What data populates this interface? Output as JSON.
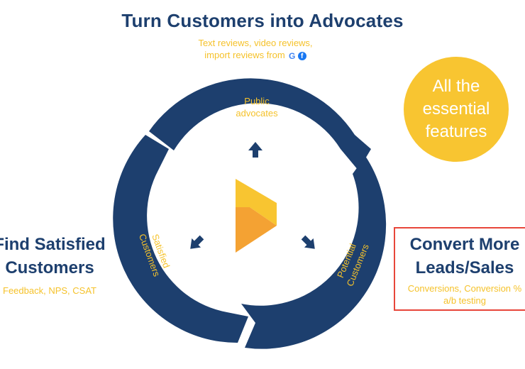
{
  "header": {
    "title": "Turn Customers into Advocates",
    "subtitle_line1": "Text reviews, video reviews,",
    "subtitle_line2": "import reviews from",
    "icons": [
      "google-icon",
      "facebook-icon"
    ]
  },
  "badge": {
    "text": "All the essential features",
    "color": "#f8c531"
  },
  "cycle": {
    "labels": {
      "top_line1": "Public",
      "top_line2": "advocates",
      "left_line1": "Satisfied",
      "left_line2": "Customers",
      "right_line1": "Potential",
      "right_line2": "Customers"
    },
    "ring_color": "#1d3f6e",
    "arrow_color": "#1d3f6e"
  },
  "left_panel": {
    "title_line1": "Find Satisfied",
    "title_line2": "Customers",
    "subtitle": "Feedback, NPS, CSAT"
  },
  "right_panel": {
    "title_line1": "Convert More",
    "title_line2": "Leads/Sales",
    "subtitle_line1": "Conversions,  Conversion %",
    "subtitle_line2": "a/b testing",
    "border_color": "#e8463a"
  },
  "colors": {
    "navy": "#1d3f6e",
    "yellow": "#f5c22b",
    "orange": "#f4a233"
  }
}
